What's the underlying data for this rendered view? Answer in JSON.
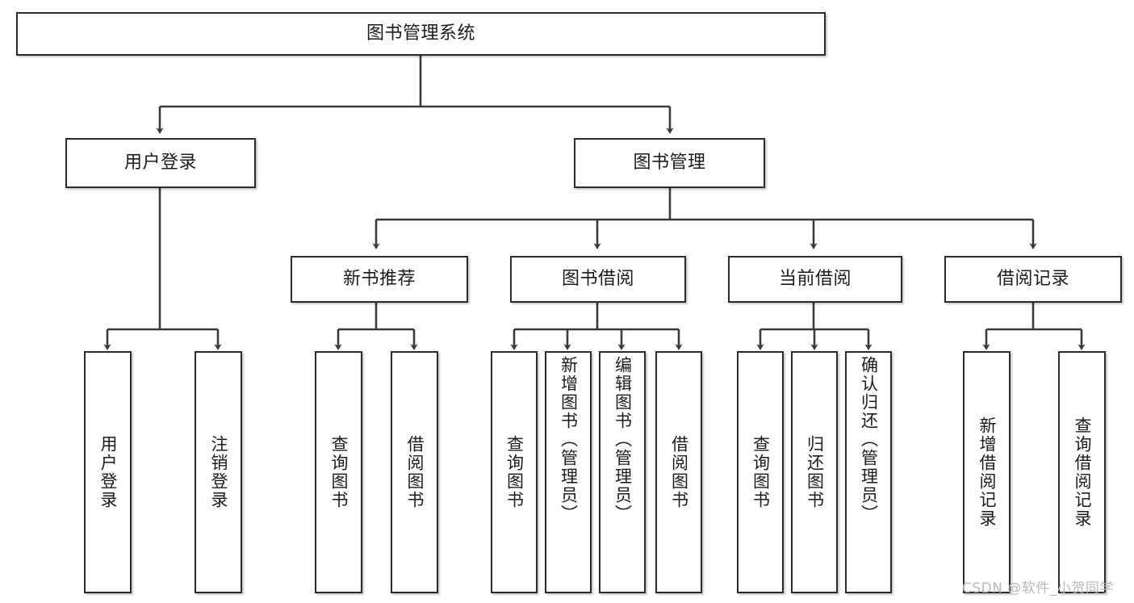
{
  "diagram": {
    "title": "图书管理系统",
    "type": "hierarchy-tree",
    "watermark": "CSDN @软件_小贺同学",
    "colors": {
      "box_border": "#2b2b2b",
      "box_fill": "#ffffff",
      "connector": "#3a3a3a",
      "text": "#1c1c1c",
      "watermark": "#b9b9b9"
    },
    "root": {
      "label": "图书管理系统",
      "level": 0
    },
    "level1": [
      {
        "label": "用户登录",
        "level": 1
      },
      {
        "label": "图书管理",
        "level": 1
      }
    ],
    "level2": [
      {
        "label": "新书推荐",
        "level": 2,
        "parent": "图书管理"
      },
      {
        "label": "图书借阅",
        "level": 2,
        "parent": "图书管理"
      },
      {
        "label": "当前借阅",
        "level": 2,
        "parent": "图书管理"
      },
      {
        "label": "借阅记录",
        "level": 2,
        "parent": "图书管理"
      }
    ],
    "leaves": {
      "user_login": [
        {
          "label": "用户登录"
        },
        {
          "label": "注销登录"
        }
      ],
      "new_book_recommend": [
        {
          "label": "查询图书"
        },
        {
          "label": "借阅图书"
        }
      ],
      "book_borrow": [
        {
          "label": "查询图书"
        },
        {
          "label": "新增图书（管理员）"
        },
        {
          "label": "编辑图书（管理员）"
        },
        {
          "label": "借阅图书"
        }
      ],
      "current_borrow": [
        {
          "label": "查询图书"
        },
        {
          "label": "归还图书"
        },
        {
          "label": "确认归还（管理员）"
        }
      ],
      "borrow_record": [
        {
          "label": "新增借阅记录"
        },
        {
          "label": "查询借阅记录"
        }
      ]
    }
  }
}
